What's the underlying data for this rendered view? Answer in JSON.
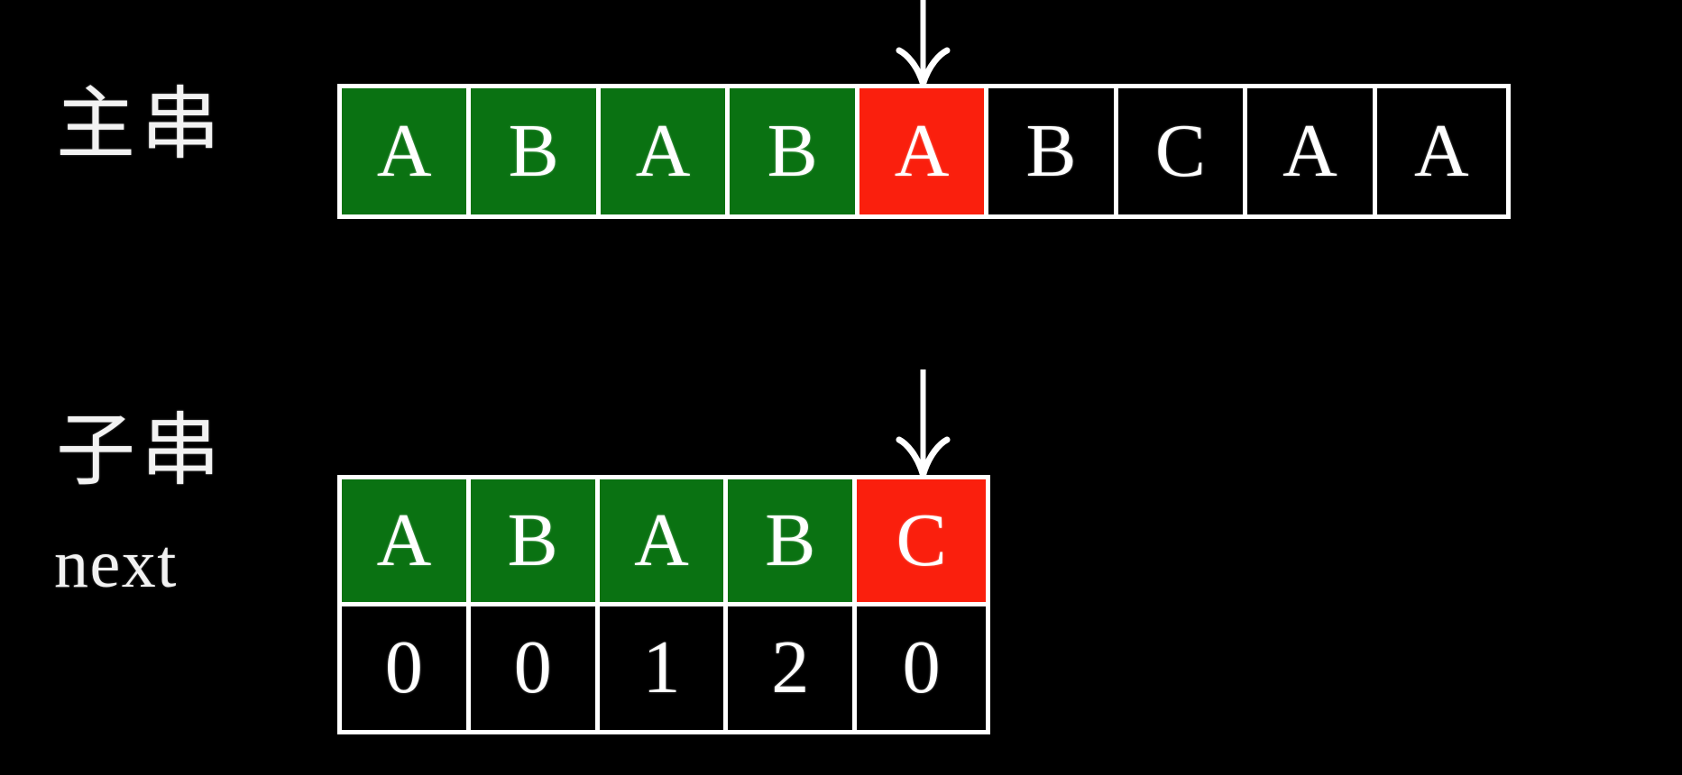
{
  "background_color": "#000000",
  "colors": {
    "match_green": "#0a7212",
    "mismatch_red": "#fa1f0d",
    "border_white": "#ffffff",
    "text_white": "#ffffff"
  },
  "labels": {
    "main_string": "主串",
    "sub_string": "子串",
    "next_array": "next"
  },
  "main_string": {
    "cells": [
      {
        "char": "A",
        "state": "match"
      },
      {
        "char": "B",
        "state": "match"
      },
      {
        "char": "A",
        "state": "match"
      },
      {
        "char": "B",
        "state": "match"
      },
      {
        "char": "A",
        "state": "mismatch"
      },
      {
        "char": "B",
        "state": "plain"
      },
      {
        "char": "C",
        "state": "plain"
      },
      {
        "char": "A",
        "state": "plain"
      },
      {
        "char": "A",
        "state": "plain"
      }
    ],
    "pointer_index": 4
  },
  "sub_string": {
    "cells": [
      {
        "char": "A",
        "state": "match"
      },
      {
        "char": "B",
        "state": "match"
      },
      {
        "char": "A",
        "state": "match"
      },
      {
        "char": "B",
        "state": "match"
      },
      {
        "char": "C",
        "state": "mismatch"
      }
    ],
    "next_values": [
      "0",
      "0",
      "1",
      "2",
      "0"
    ],
    "pointer_index": 4
  },
  "annotations": {
    "main_arrow": "down-arrow-icon",
    "sub_arrow": "down-arrow-icon"
  }
}
